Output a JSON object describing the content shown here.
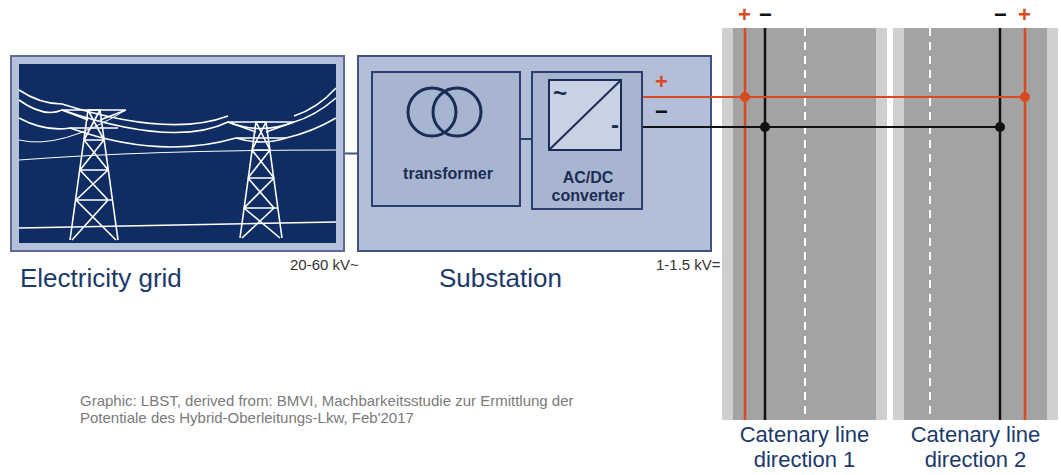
{
  "diagram": {
    "caption": "Graphic: LBST, derived from: BMVI, Machbarkeitsstudie zur Ermittlung der Potentiale des Hybrid-Oberleitungs-Lkw, Feb'2017",
    "nodes": [
      {
        "text": [
          "Electricity grid"
        ]
      },
      {
        "text": [
          "Substation"
        ]
      },
      {
        "text": [
          "transformer"
        ],
        "in": 1
      },
      {
        "text": [
          "~",
          "-",
          "AC/DC converter"
        ],
        "in": 1
      },
      {
        "text": [
          "Catenary line direction 1"
        ]
      },
      {
        "text": [
          "Catenary line direction 2"
        ]
      }
    ],
    "edges": [
      {
        "from": 0,
        "to": 1,
        "arrow": "none"
      },
      {
        "from": 2,
        "to": 3,
        "arrow": "none"
      },
      {
        "from": 3,
        "to": 4,
        "label": "+",
        "arrow": "none"
      },
      {
        "from": 3,
        "to": 4,
        "label": "−",
        "arrow": "none"
      },
      {
        "from": 4,
        "to": 5,
        "arrow": "none"
      },
      {
        "from": 4,
        "to": 5,
        "arrow": "none"
      }
    ],
    "labels": [
      "20-60 kV~",
      "1-1.5 kV=",
      "+",
      "−",
      "−",
      "+"
    ]
  }
}
